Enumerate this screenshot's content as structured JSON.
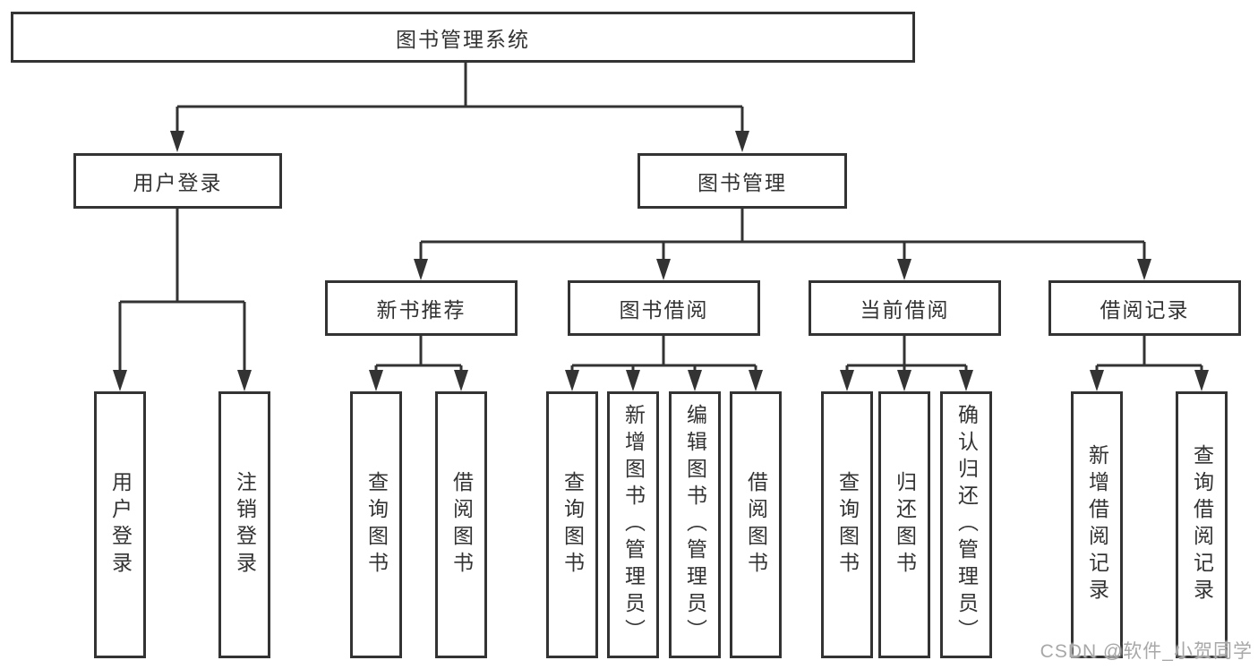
{
  "diagram": {
    "type": "hierarchy-tree",
    "tree": {
      "label": "图书管理系统",
      "children": [
        {
          "label": "用户登录",
          "children": [
            {
              "label": "用户登录"
            },
            {
              "label": "注销登录"
            }
          ]
        },
        {
          "label": "图书管理",
          "children": [
            {
              "label": "新书推荐",
              "children": [
                {
                  "label": "查询图书"
                },
                {
                  "label": "借阅图书"
                }
              ]
            },
            {
              "label": "图书借阅",
              "children": [
                {
                  "label": "查询图书"
                },
                {
                  "label": "新增图书（管理员）"
                },
                {
                  "label": "编辑图书（管理员）"
                },
                {
                  "label": "借阅图书"
                }
              ]
            },
            {
              "label": "当前借阅",
              "children": [
                {
                  "label": "查询图书"
                },
                {
                  "label": "归还图书"
                },
                {
                  "label": "确认归还（管理员）"
                }
              ]
            },
            {
              "label": "借阅记录",
              "children": [
                {
                  "label": "新增借阅记录"
                },
                {
                  "label": "查询借阅记录"
                }
              ]
            }
          ]
        }
      ]
    },
    "colors": {
      "line": "#333333",
      "box_border": "#333333",
      "box_fill": "#ffffff",
      "text": "#333333",
      "background": "#ffffff",
      "watermark": "#a8a8a8"
    }
  },
  "watermark": {
    "text": "CSDN @软件_小贺同学"
  }
}
